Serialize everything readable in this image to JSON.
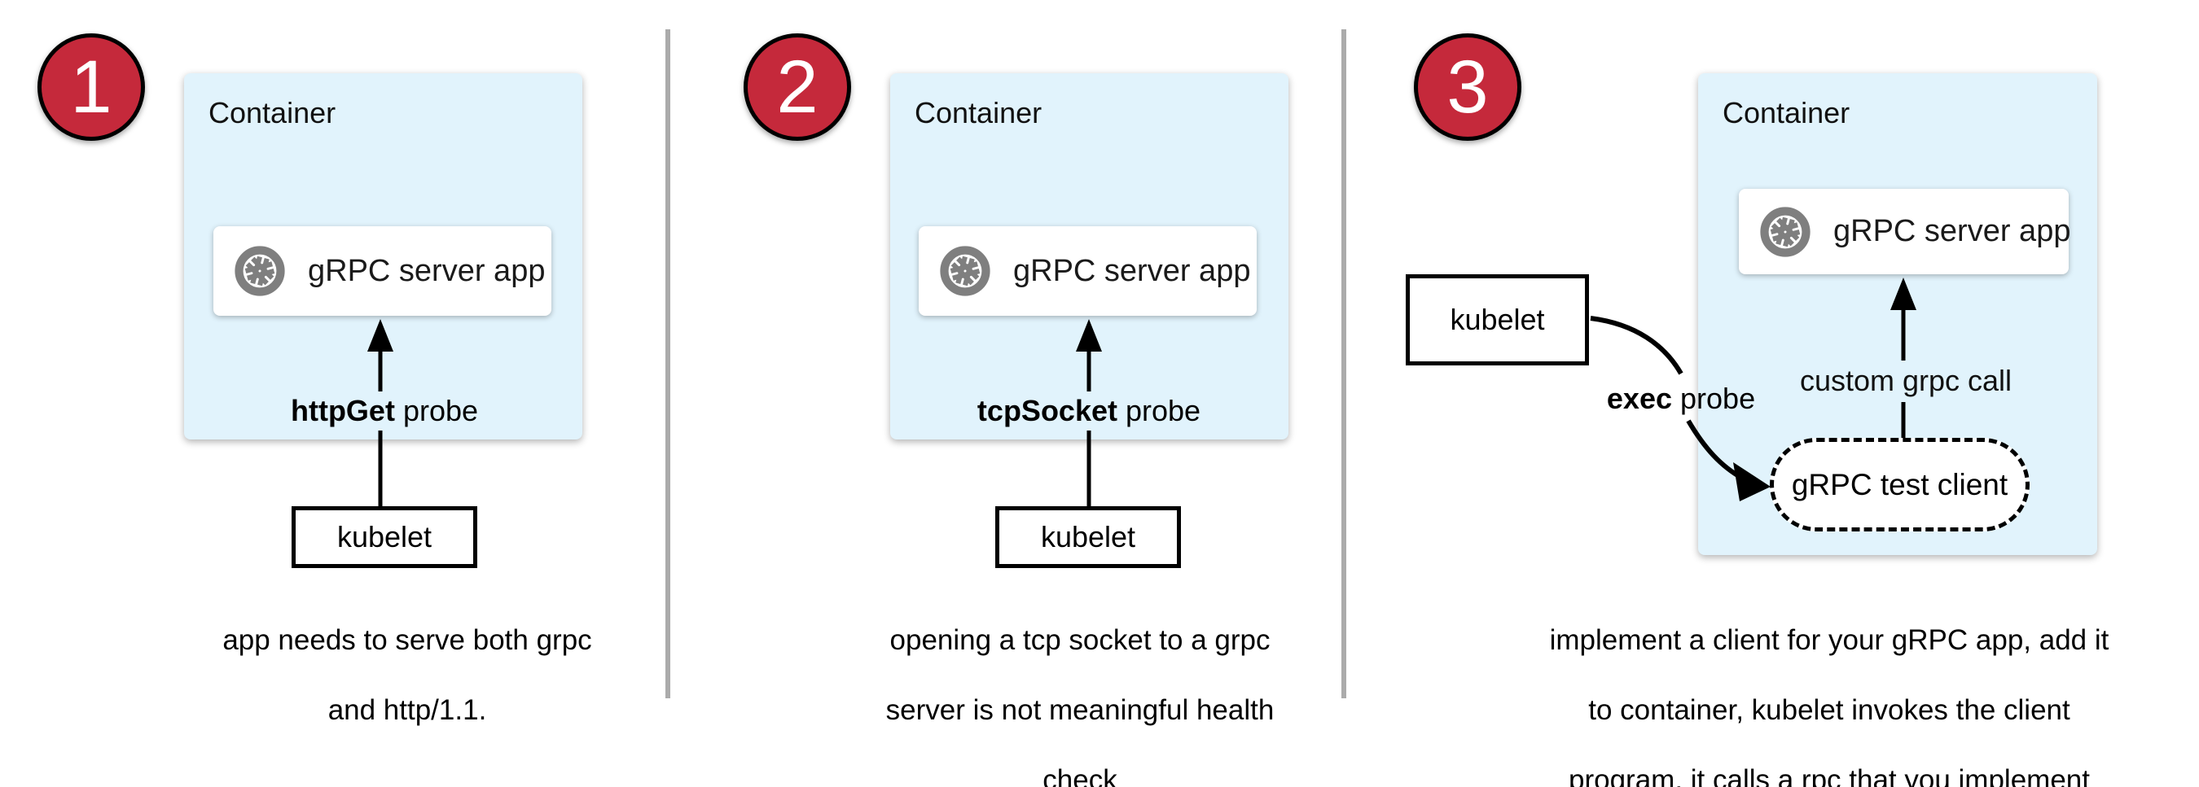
{
  "colors": {
    "accent_red": "#C5293B",
    "container_blue": "#E1F3FC",
    "icon_gray": "#7F7F7F",
    "divider_gray": "#ABABAB"
  },
  "panels": [
    {
      "number": "1",
      "container_label": "Container",
      "app_label": "gRPC server app",
      "probe_bold": "httpGet",
      "probe_rest": " probe",
      "kubelet_label": "kubelet",
      "caption_lines": [
        "app needs to serve both grpc",
        "and http/1.1."
      ]
    },
    {
      "number": "2",
      "container_label": "Container",
      "app_label": "gRPC server app",
      "probe_bold": "tcpSocket",
      "probe_rest": " probe",
      "kubelet_label": "kubelet",
      "caption_lines": [
        "opening a tcp socket to a grpc",
        "server is not meaningful health",
        "check"
      ]
    },
    {
      "number": "3",
      "container_label": "Container",
      "app_label": "gRPC server app",
      "probe_bold": "exec",
      "probe_rest": " probe",
      "kubelet_label": "kubelet",
      "arrow_label": "custom grpc call",
      "test_client_label": "gRPC test client",
      "caption_lines": [
        "implement a client for your gRPC app, add it",
        "to container, kubelet invokes the client",
        "program, it calls a rpc that you implement"
      ]
    }
  ]
}
